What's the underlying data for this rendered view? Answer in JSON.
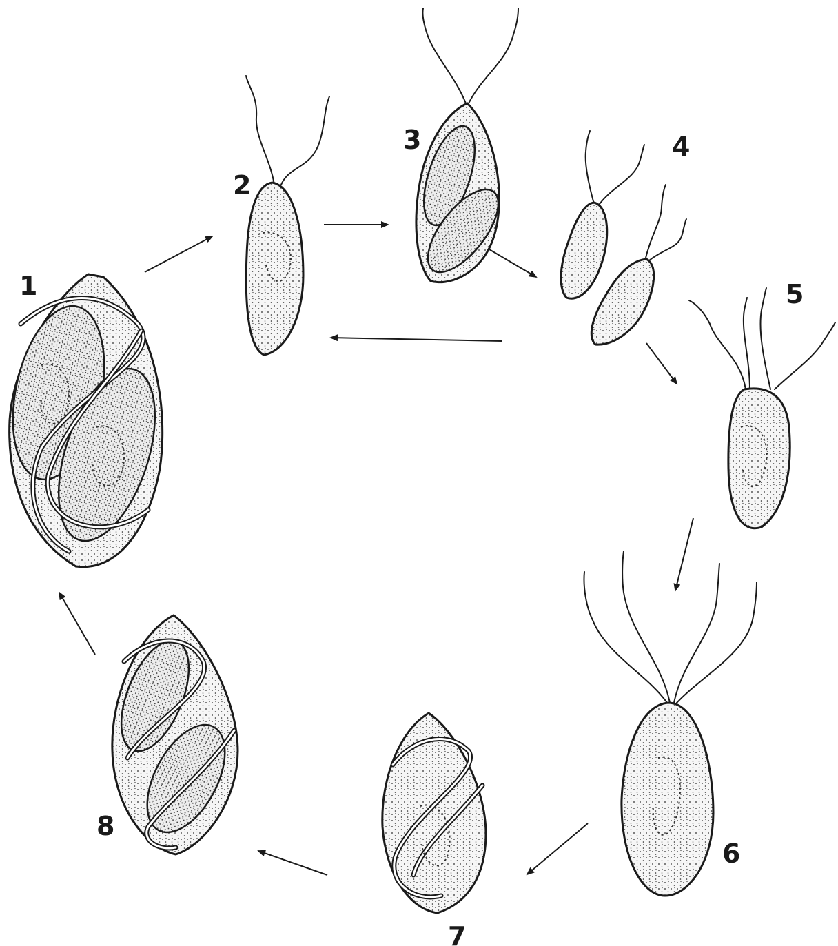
{
  "stages": [
    {
      "id": "1",
      "label": "1"
    },
    {
      "id": "2",
      "label": "2"
    },
    {
      "id": "3",
      "label": "3"
    },
    {
      "id": "4",
      "label": "4"
    },
    {
      "id": "5",
      "label": "5"
    },
    {
      "id": "6",
      "label": "6"
    },
    {
      "id": "7",
      "label": "7"
    },
    {
      "id": "8",
      "label": "8"
    }
  ],
  "colors": {
    "ink": "#1a1a1a",
    "paper": "#ffffff",
    "stipple": "#2a2a2a"
  }
}
